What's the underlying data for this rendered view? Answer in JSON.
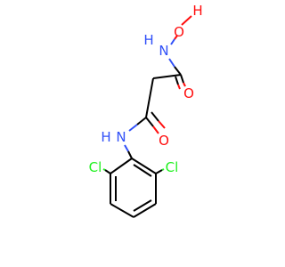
{
  "molecule": {
    "atoms": [
      {
        "id": "H_OH",
        "label": "H",
        "color": "#ff0d0d"
      },
      {
        "id": "O_OH",
        "label": "O",
        "color": "#ff0d0d"
      },
      {
        "id": "H_N1",
        "label": "H",
        "color": "#3050f8"
      },
      {
        "id": "N1",
        "label": "N",
        "color": "#3050f8"
      },
      {
        "id": "O1",
        "label": "O",
        "color": "#ff0d0d"
      },
      {
        "id": "H_N2",
        "label": "H",
        "color": "#3050f8"
      },
      {
        "id": "N2",
        "label": "N",
        "color": "#3050f8"
      },
      {
        "id": "O2",
        "label": "O",
        "color": "#ff0d0d"
      },
      {
        "id": "Cl1",
        "label": "Cl",
        "color": "#1ff01f"
      },
      {
        "id": "Cl2",
        "label": "Cl",
        "color": "#1ff01f"
      }
    ],
    "colors": {
      "carbon_bond": "#000000",
      "oxygen": "#ff0d0d",
      "nitrogen": "#3050f8",
      "chlorine": "#1ff01f"
    }
  }
}
